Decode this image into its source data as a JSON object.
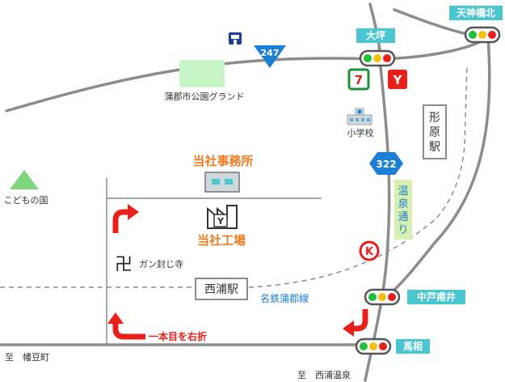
{
  "signals": {
    "tenjinbashikita": "天神橋北",
    "ohtsubo": "大坪",
    "nakatohosai": "中戸甫井",
    "umaai": "馬相"
  },
  "routes": {
    "r247": "247",
    "r322": "322"
  },
  "places": {
    "gamagori_park": "蒲郡市公園グランド",
    "school": "小学校",
    "kodomo_no_kuni": "こどもの国",
    "office": "当社事務所",
    "factory": "当社工場",
    "temple": "ガン封じ寺",
    "nishiura_station": "西浦駅",
    "katachihara_station": "形原駅",
    "onsen_street": "温泉通り"
  },
  "labels": {
    "meitetsu_line": "名鉄蒲郡線",
    "turn_right": "一本目を右折",
    "to_hazu": "至　幡豆町",
    "to_nishiura_onsen": "至　西浦温泉"
  },
  "badges": {
    "seven_eleven": "7",
    "yamazaki": "Y",
    "factory_mark": "Y",
    "circle_k": "K",
    "temple_symbol": "卍"
  },
  "icons": {
    "police": "police-box-icon",
    "school": "school-building-icon",
    "factory": "factory-icon",
    "park": "park-icon",
    "mountain": "mountain-icon"
  },
  "colors": {
    "signal_label_bg": "#49c6cf",
    "company_label": "#f07a1e",
    "route_247": "#1b7fd6",
    "route_322": "#1b7fd6",
    "arrow": "#e8201a",
    "road": "#8c8c8c",
    "railway": "#8c8c8c",
    "onsen_bg": "#d7f0b0",
    "park_bg": "#c8f5c8"
  }
}
